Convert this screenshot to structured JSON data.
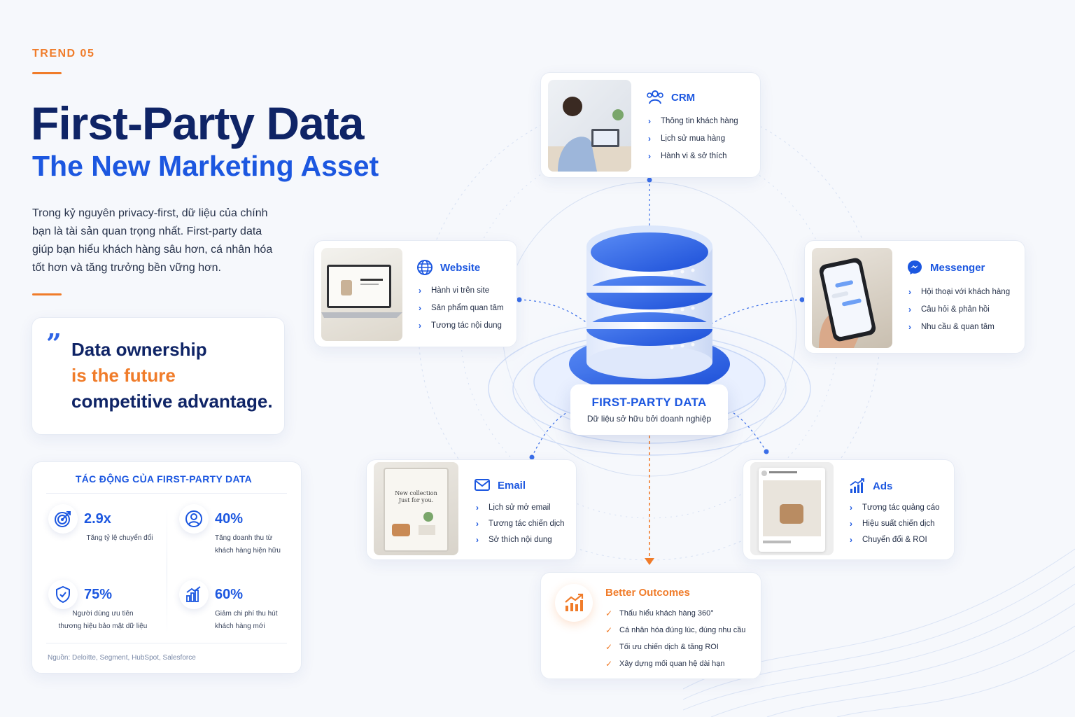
{
  "header": {
    "trend": "TREND 05",
    "title": "First-Party Data",
    "subtitle": "The New Marketing Asset",
    "intro": "Trong kỷ nguyên privacy-first, dữ liệu của chính bạn là tài sản quan trọng nhất. First-party data giúp bạn hiểu khách hàng sâu hơn, cá nhân hóa tốt hơn và tăng trưởng bền vững hơn."
  },
  "quote": {
    "mark": "”",
    "line1": "Data ownership",
    "line2": "is the future",
    "line3": "competitive advantage."
  },
  "impact": {
    "title": "TÁC ĐỘNG CỦA FIRST-PARTY DATA",
    "stats": [
      {
        "icon": "target-icon",
        "value": "2.9x",
        "label_lines": [
          "Tăng tỷ lệ chuyển đổi"
        ]
      },
      {
        "icon": "user-icon",
        "value": "40%",
        "label_lines": [
          "Tăng doanh thu từ",
          "khách hàng hiện hữu"
        ]
      },
      {
        "icon": "shield-check-icon",
        "value": "75%",
        "label_lines": [
          "Người dùng ưu tiên",
          "thương hiệu bảo mật dữ liệu"
        ]
      },
      {
        "icon": "bar-chart-icon",
        "value": "60%",
        "label_lines": [
          "Giảm chi phí thu hút",
          "khách hàng mới"
        ]
      }
    ],
    "source": "Nguồn: Deloitte, Segment, HubSpot, Salesforce"
  },
  "center": {
    "title": "FIRST-PARTY DATA",
    "subtitle": "Dữ liệu sở hữu bởi doanh nghiệp"
  },
  "sources": {
    "crm": {
      "name": "CRM",
      "icon": "users-icon",
      "items": [
        "Thông tin khách hàng",
        "Lịch sử mua hàng",
        "Hành vi & sở thích"
      ]
    },
    "website": {
      "name": "Website",
      "icon": "globe-icon",
      "items": [
        "Hành vi trên site",
        "Sản phẩm quan tâm",
        "Tương tác nội dung"
      ]
    },
    "messenger": {
      "name": "Messenger",
      "icon": "messenger-icon",
      "items": [
        "Hội thoại với khách hàng",
        "Câu hỏi & phản hồi",
        "Nhu cầu & quan tâm"
      ]
    },
    "email": {
      "name": "Email",
      "icon": "envelope-icon",
      "items": [
        "Lịch sử mở email",
        "Tương tác chiến dịch",
        "Sở thích nội dung"
      ]
    },
    "ads": {
      "name": "Ads",
      "icon": "growth-chart-icon",
      "items": [
        "Tương tác quảng cáo",
        "Hiệu suất chiến dịch",
        "Chuyển đổi & ROI"
      ]
    }
  },
  "email_photo": {
    "line1": "New collection",
    "line2": "Just for you."
  },
  "outcomes": {
    "title": "Better Outcomes",
    "icon": "trend-up-icon",
    "items": [
      "Thấu hiểu khách hàng 360°",
      "Cá nhân hóa đúng lúc, đúng nhu cầu",
      "Tối ưu chiến dịch & tăng ROI",
      "Xây dựng mối quan hệ dài hạn"
    ]
  },
  "colors": {
    "accent_blue": "#1c57e0",
    "navy": "#0f2466",
    "orange": "#f07c2a",
    "background": "#f6f8fc"
  }
}
